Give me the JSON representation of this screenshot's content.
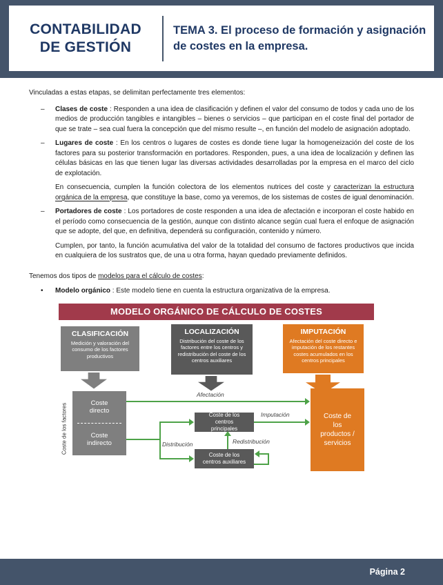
{
  "header": {
    "brand_line1": "CONTABILIDAD",
    "brand_line2": "DE GESTIÓN",
    "topic_title": "TEMA 3. El proceso de formación y asignación de costes en la empresa."
  },
  "body": {
    "intro": "Vinculadas a estas etapas, se delimitan perfectamente tres elementos:",
    "dash": "–",
    "bullet": "•",
    "items": [
      {
        "term": "Clases de coste",
        "text": " : Responden a una idea de clasificación y definen el valor del consumo de todos y cada uno de los medios de producción tangibles e intangibles – bienes o servicios – que participan en el coste final del portador de que se trate – sea cual fuera la concepción que del mismo resulte –, en función del modelo de asignación adoptado."
      },
      {
        "term": "Lugares de coste",
        "text": " : En los centros o lugares de costes es donde tiene lugar la homogeneización del coste de los factores para su posterior transformación en portadores. Responden, pues, a una idea de localización y definen las células básicas en las que tienen lugar las diversas actividades desarrolladas por la empresa en el marco del ciclo de explotación."
      },
      {
        "term": "Portadores de coste",
        "text": " : Los portadores de coste responden a una idea de afectación e incorporan el coste habido en el período como consecuencia de la gestión, aunque con distinto alcance según cual fuera el enfoque de asignación que se adopte, del que, en definitiva, dependerá su configuración, contenido y número."
      }
    ],
    "consecuencia": {
      "pre": "En consecuencia, cumplen la función colectora de los elementos nutrices del coste y ",
      "underline": "caracterizan la estructura orgánica de la empresa",
      "post": ", que constituye la base, como ya veremos, de los sistemas de costes de igual denominación."
    },
    "cumplen": "Cumplen, por tanto, la función acumulativa del valor de la totalidad del consumo de factores productivos que incida en cualquiera de los sustratos que, de una u otra forma, hayan quedado previamente definidos.",
    "models_intro": {
      "pre": "Tenemos dos tipos de ",
      "underline": "modelos para el cálculo de costes",
      "post": ":"
    },
    "model_item": {
      "term": "Modelo orgánico",
      "text": " : Este modelo tiene en cuenta la estructura organizativa de la empresa."
    }
  },
  "diagram": {
    "title": "MODELO ORGÁNICO DE CÁLCULO DE COSTES",
    "columns": [
      {
        "title": "CLASIFICACIÓN",
        "desc": "Medición y valoración del consumo de los factores productivos",
        "color": "#7F7F7F"
      },
      {
        "title": "LOCALIZACIÓN",
        "desc": "Distribución del coste de los factores entre los centros y redistribución del coste de los centros auxiliares",
        "color": "#595959"
      },
      {
        "title": "IMPUTACIÓN",
        "desc": "Afectación del coste directo e imputación de los restantes costes acumulados en los centros principales",
        "color": "#DF7A22"
      }
    ],
    "side_label": "Coste de los factores",
    "nodes": {
      "coste_directo": "Coste directo",
      "coste_indirecto": "Coste indirecto",
      "centros_principales": "Coste de los centros principales",
      "centros_auxiliares": "Coste de los centros auxiliares",
      "productos": "Coste de los productos / servicios"
    },
    "edge_labels": {
      "afectacion": "Afectación",
      "imputacion": "Imputación",
      "distribucion": "Distribución",
      "redistribucion": "Redistribución"
    },
    "colors": {
      "banner": "#A13A4B",
      "gray": "#7F7F7F",
      "dark_gray": "#595959",
      "orange": "#DF7A22",
      "green": "#4DA247"
    }
  },
  "footer": {
    "page_label": "Página 2"
  },
  "theme": {
    "band": "#44546A",
    "title_text": "#1F3864"
  }
}
